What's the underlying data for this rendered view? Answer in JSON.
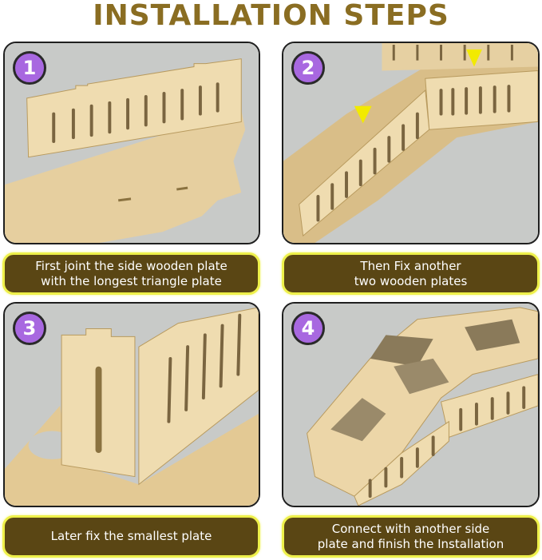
{
  "header": {
    "title": "INSTALLATION STEPS"
  },
  "colors": {
    "title": "#8a6d22",
    "badge": "#a868e0",
    "caption_bg": "#5a4614",
    "caption_border": "#eef04a",
    "arrow": "#f2ea00",
    "wood": "#e8d3a6",
    "background_photo": "#c9cbc9"
  },
  "steps": [
    {
      "number": "1",
      "caption": "First joint the side wooden plate\nwith the longest triangle plate",
      "image": "side plate joined to triangle base plate"
    },
    {
      "number": "2",
      "caption": "Then Fix another\ntwo wooden plates",
      "image": "two more plates fixed, yellow arrow markers"
    },
    {
      "number": "3",
      "caption": "Later fix the smallest plate",
      "image": "smallest end plate attached"
    },
    {
      "number": "4",
      "caption": "Connect with another side\nplate and finish the Installation",
      "image": "completed wooden hideout bridge"
    }
  ]
}
